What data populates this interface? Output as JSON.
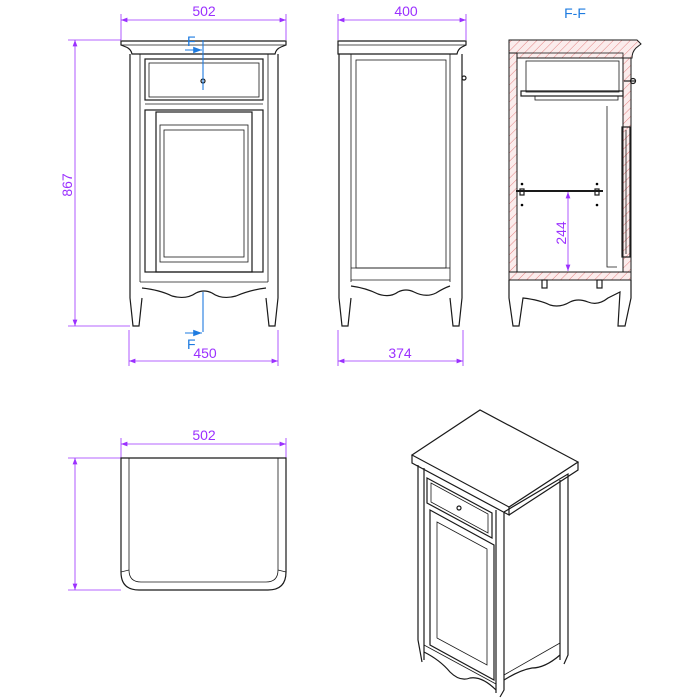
{
  "front_view": {
    "width_top": "502",
    "width_bottom": "450",
    "height": "867",
    "section_mark": "F"
  },
  "side_view": {
    "depth_top": "400",
    "depth_bottom": "374"
  },
  "section_view": {
    "title": "F-F",
    "shelf_height": "244"
  },
  "top_view": {
    "width": "502"
  },
  "colors": {
    "dimension": "#9b30ff",
    "section": "#1e7be0",
    "outline": "#1a1a1a"
  }
}
